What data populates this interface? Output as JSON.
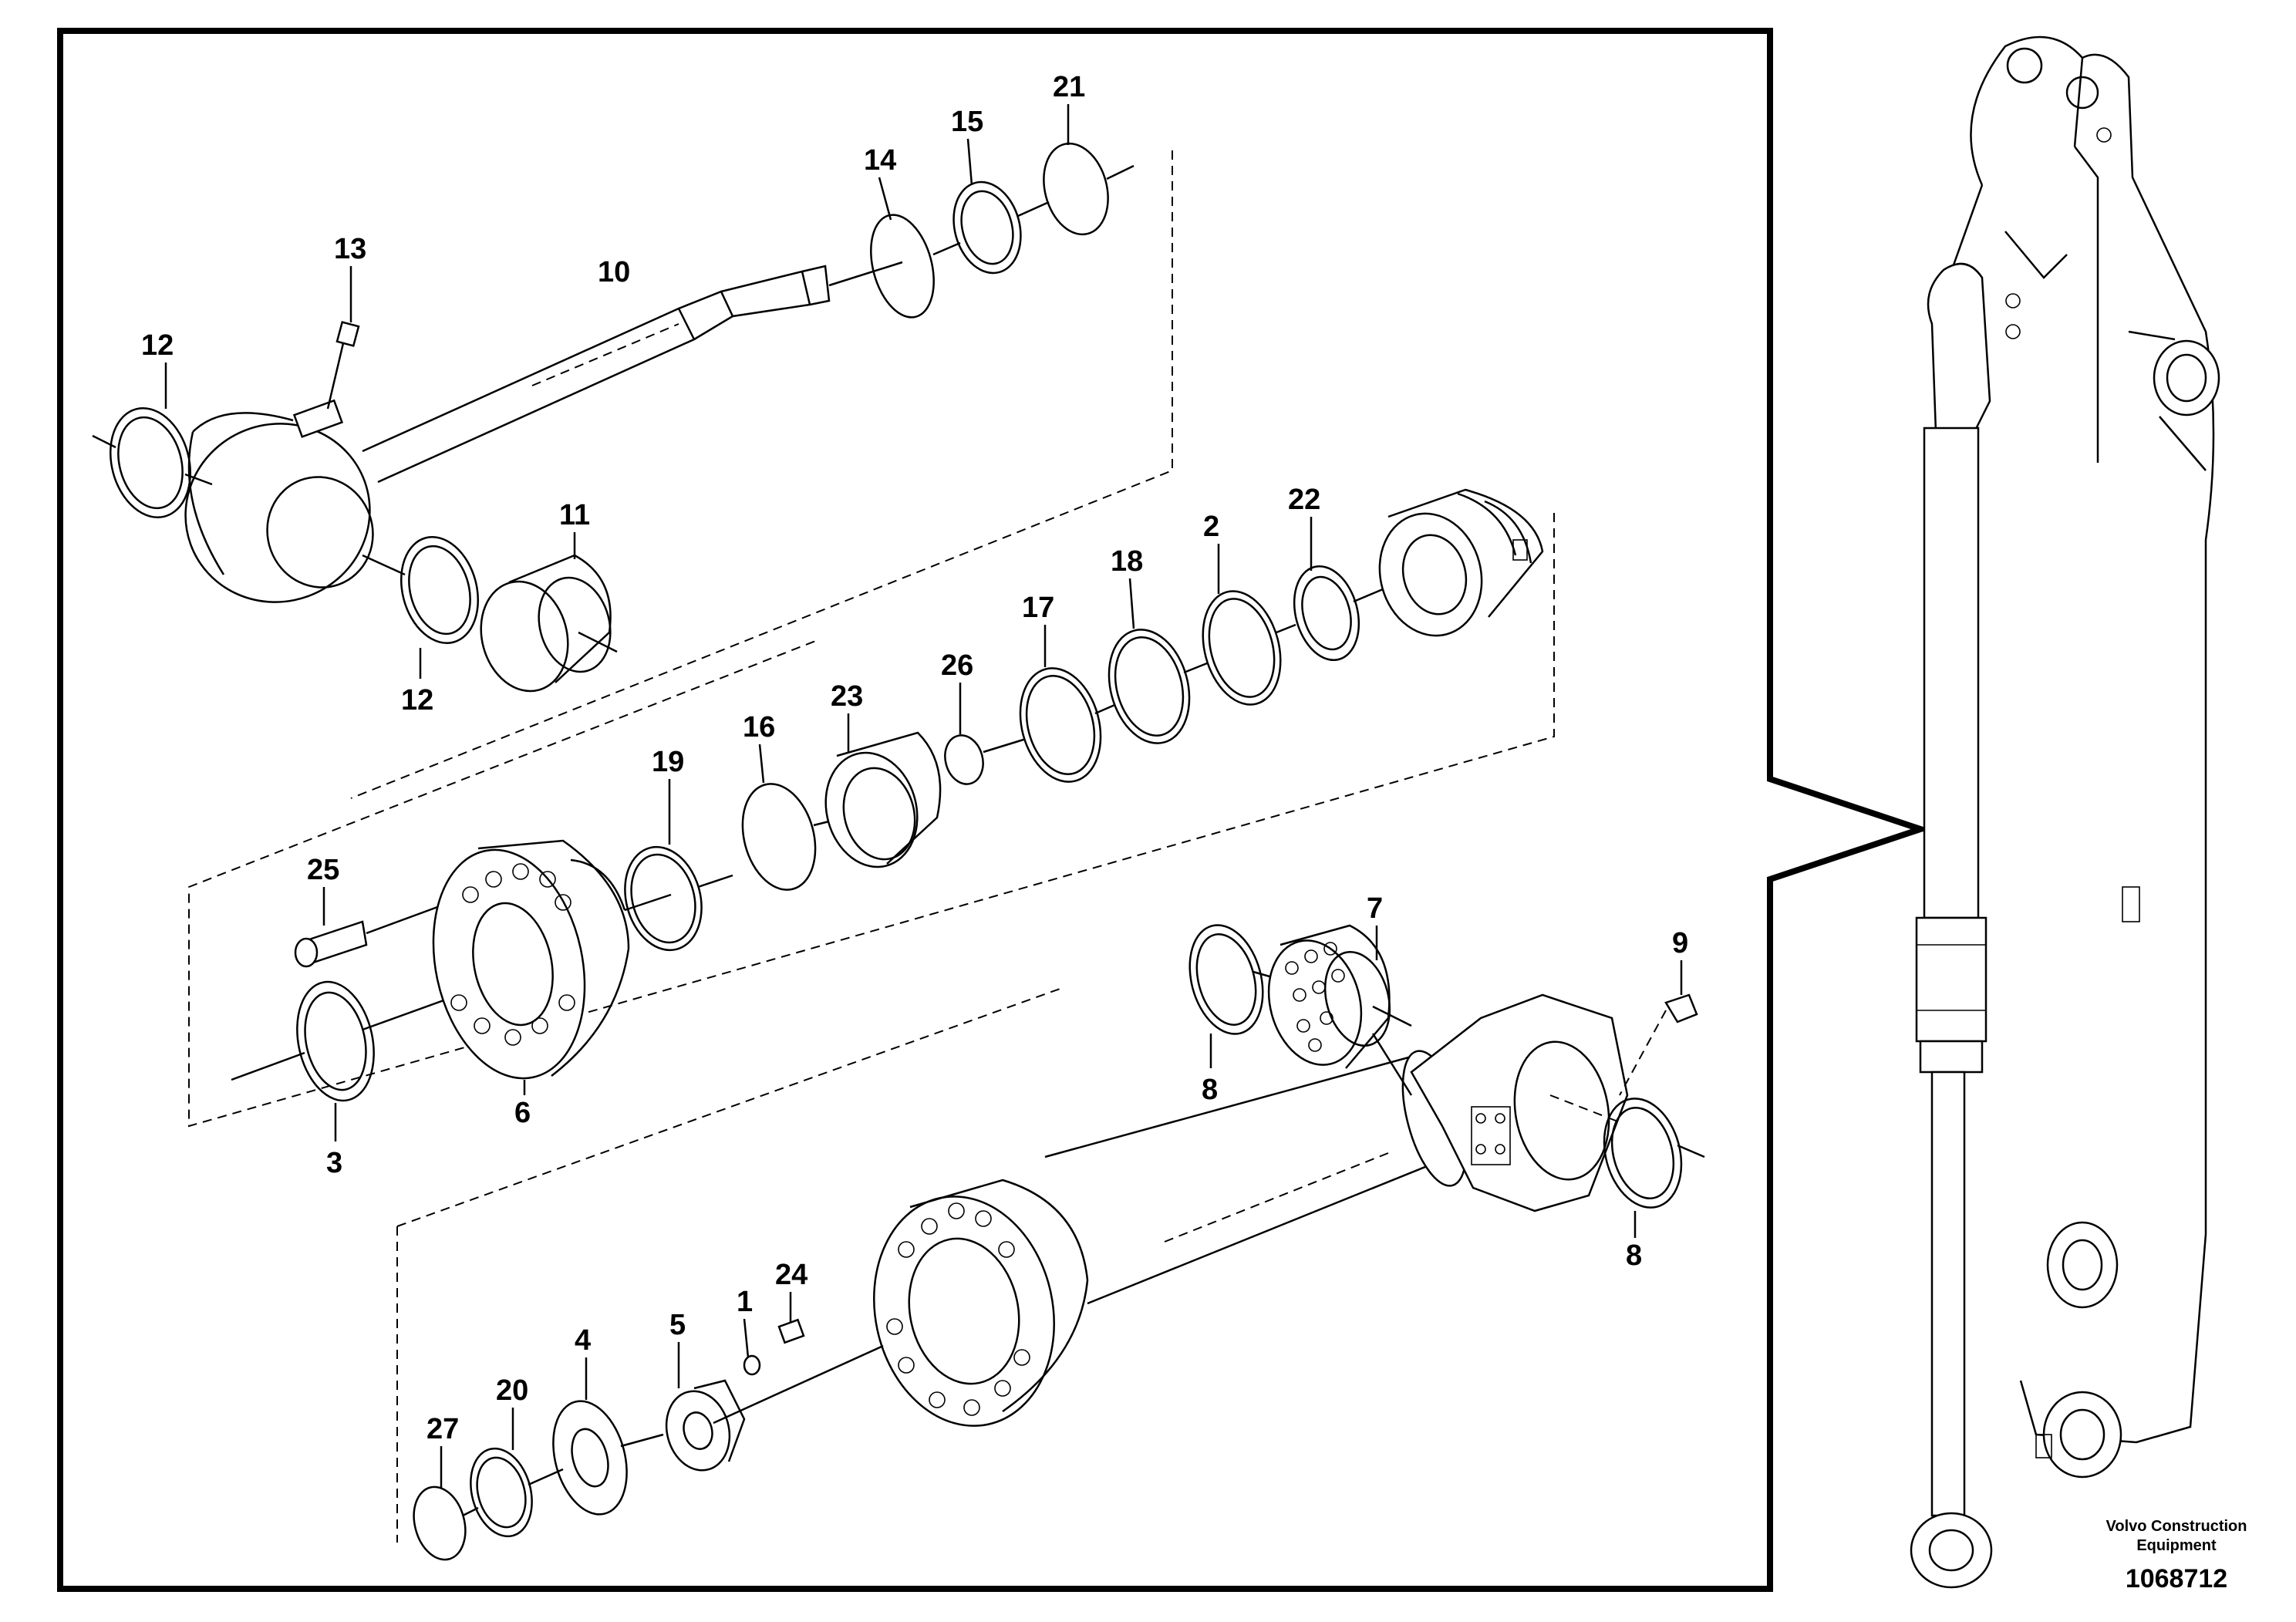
{
  "diagram": {
    "part_labels": [
      "1",
      "2",
      "3",
      "4",
      "5",
      "6",
      "7",
      "8",
      "8",
      "9",
      "10",
      "11",
      "12",
      "12",
      "13",
      "14",
      "15",
      "16",
      "17",
      "18",
      "19",
      "20",
      "21",
      "22",
      "23",
      "24",
      "25",
      "26",
      "27"
    ],
    "brand_line1": "Volvo Construction",
    "brand_line2": "Equipment",
    "document_number": "1068712"
  }
}
